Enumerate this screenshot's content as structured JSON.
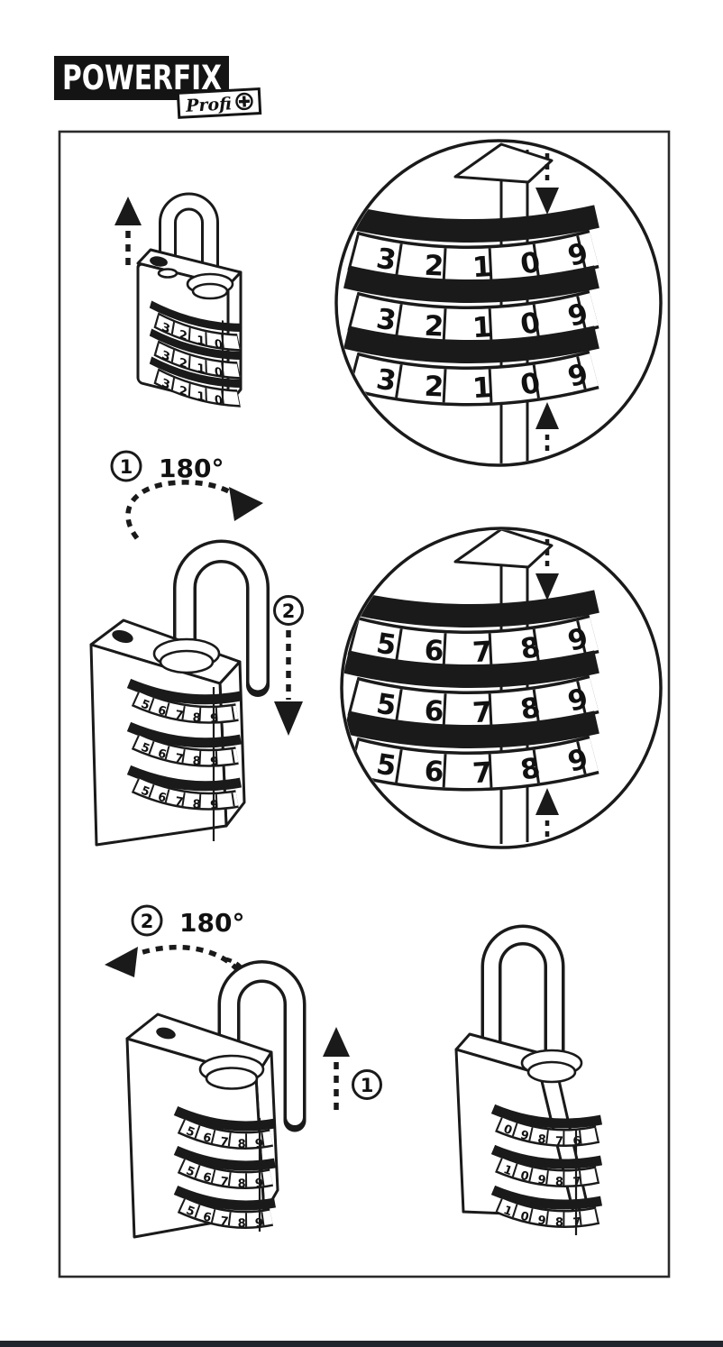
{
  "page": {
    "bg": "#ffffff",
    "ink": "#1a1a1a",
    "frame_color": "#2a2a2a",
    "bottom_bar_color": "#21252d"
  },
  "logo": {
    "brand": "POWERFIX",
    "brand_bg": "#141414",
    "sub_brand": "Profi",
    "sub_brand_icon_glyph": "⊕"
  },
  "annotations": {
    "step_one": "1",
    "step_two": "2",
    "rotation_mid": "180°",
    "rotation_bottom": "180°"
  },
  "dial_codes": {
    "open_lock_rows": [
      "32109",
      "32109",
      "32109"
    ],
    "detail_before_rows": [
      "32109",
      "32109",
      "32109"
    ],
    "rotated_lock_rows": [
      "56789",
      "56789",
      "56789"
    ],
    "detail_after_rows": [
      "56789",
      "56789",
      "56789"
    ],
    "reset_lock_rows": [
      "56789",
      "56789",
      "56789"
    ],
    "locked_scrambled_rows": [
      "09876",
      "10987",
      "10987"
    ]
  }
}
